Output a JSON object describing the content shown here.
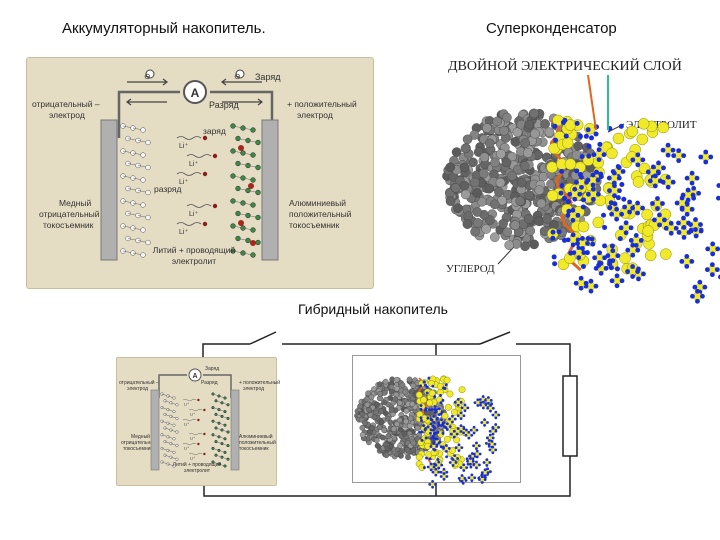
{
  "headings": {
    "battery": "Аккумуляторный накопитель.",
    "supercap": "Суперконденсатор",
    "hybrid": "Гибридный накопитель"
  },
  "battery_diagram": {
    "ammeter": "A",
    "minus": "⊖",
    "plus": "⊕",
    "charge_top": "Заряд",
    "discharge_top": "Разряд",
    "neg_electrode": [
      "отрицательный –",
      "электрод"
    ],
    "pos_electrode": [
      "+ положительный",
      "электрод"
    ],
    "copper_collector": [
      "Медный",
      "отрицательный",
      "токосъемник"
    ],
    "aluminium_collector": [
      "Алюминиевый",
      "положительный",
      "токосъемник"
    ],
    "charge_mid": "заряд",
    "discharge_mid": "разряд",
    "ion": "Li⁺",
    "electrolyte": [
      "Литий + проводящий",
      "электролит"
    ]
  },
  "supercap_diagram": {
    "double_layer": "ДВОЙНОЙ ЭЛЕКТРИЧЕСКИЙ СЛОЙ",
    "electrolyte": "ЭЛЕКТРОЛИТ",
    "carbon": "УГЛЕРОД"
  },
  "colors": {
    "panel": "#e4dcc3",
    "carbon": "#7a7a7a",
    "electrolyte_yellow": "#f0ea2a",
    "ion_blue": "#1a2ed8",
    "layer_orange": "#e0651e",
    "layer_green": "#2fbf8f"
  }
}
